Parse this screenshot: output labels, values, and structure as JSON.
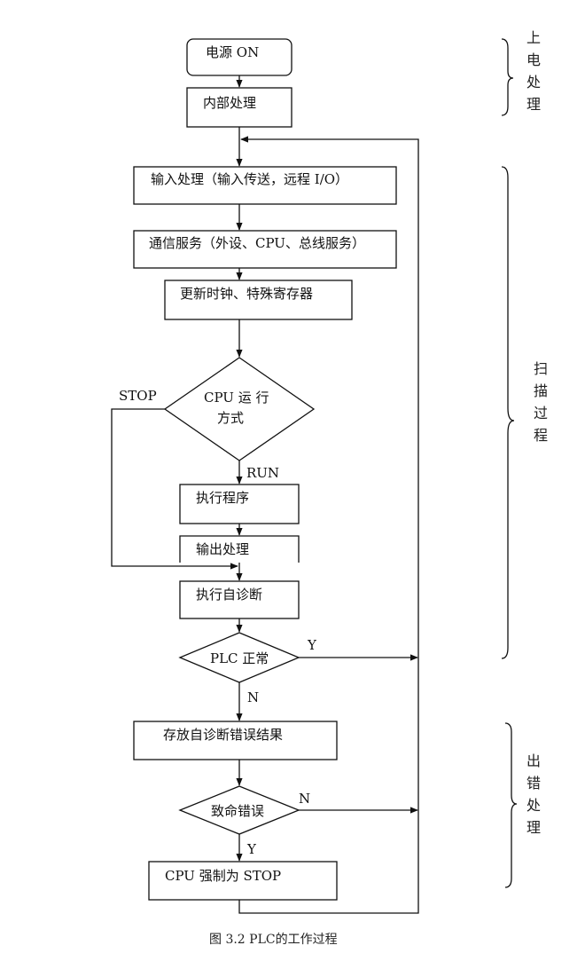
{
  "steps": {
    "power_on": "电源 ON",
    "internal": "内部处理",
    "input": "输入处理（输入传送，远程 I/O）",
    "comm": "通信服务（外设、CPU、总线服务）",
    "clock": "更新时钟、特殊寄存器",
    "cpu_mode_line1": "CPU  运  行",
    "cpu_mode_line2": "方式",
    "execute": "执行程序",
    "output": "输出处理",
    "self_diag": "执行自诊断",
    "plc_ok": "PLC 正常",
    "store_err": "存放自诊断错误结果",
    "fatal": "致命错误",
    "force_stop": "CPU 强制为 STOP"
  },
  "branch_labels": {
    "stop": "STOP",
    "run": "RUN",
    "ok_yes": "Y",
    "ok_no": "N",
    "fatal_no": "N",
    "fatal_yes": "Y"
  },
  "side_labels": {
    "power": [
      "上",
      "电",
      "处",
      "理"
    ],
    "scan": [
      "扫",
      "描",
      "过",
      "程"
    ],
    "error": [
      "出",
      "错",
      "处",
      "理"
    ]
  },
  "caption": "图 3.2  PLC的工作过程"
}
